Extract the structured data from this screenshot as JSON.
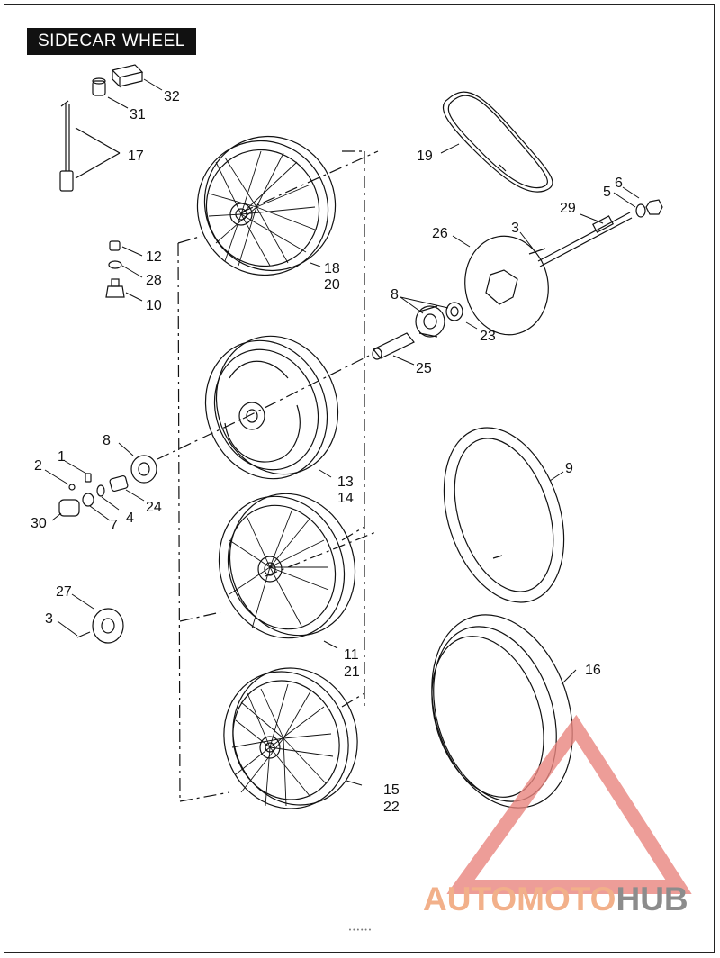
{
  "title": "SIDECAR WHEEL",
  "colors": {
    "line": "#111111",
    "watermark_red": "#e8857e",
    "watermark_orange": "#f2b08a",
    "watermark_gray": "#8c8c8c"
  },
  "labels": {
    "l32": "32",
    "l31": "31",
    "l17": "17",
    "l12": "12",
    "l28": "28",
    "l10": "10",
    "l18": "18",
    "l20": "20",
    "l19": "19",
    "l6": "6",
    "l5": "5",
    "l29": "29",
    "l26": "26",
    "l3a": "3",
    "l8a": "8",
    "l23": "23",
    "l25": "25",
    "l1": "1",
    "l2": "2",
    "l8b": "8",
    "l24": "24",
    "l4": "4",
    "l7": "7",
    "l30": "30",
    "l13": "13",
    "l14": "14",
    "l9": "9",
    "l27": "27",
    "l3b": "3",
    "l11": "11",
    "l21": "21",
    "l16": "16",
    "l15": "15",
    "l22": "22"
  },
  "watermark": {
    "part1": "AUTOMOTO",
    "part2": "HUB"
  },
  "footer": "• • • • • •"
}
